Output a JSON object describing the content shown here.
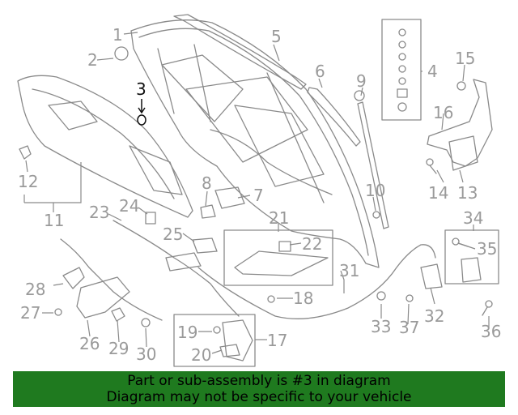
{
  "diagram": {
    "callouts": [
      "1",
      "2",
      "3",
      "4",
      "5",
      "6",
      "7",
      "8",
      "9",
      "10",
      "11",
      "12",
      "13",
      "14",
      "15",
      "16",
      "17",
      "18",
      "19",
      "20",
      "21",
      "22",
      "23",
      "24",
      "25",
      "26",
      "27",
      "28",
      "29",
      "30",
      "31",
      "32",
      "33",
      "34",
      "35",
      "36",
      "37"
    ],
    "highlighted_part": "3",
    "colors": {
      "line": "#8a8a8a",
      "highlight": "#111111",
      "banner_bg": "#1f7a1f"
    }
  },
  "banner": {
    "line1": "Part or sub-assembly is #3 in diagram",
    "line2": "Diagram may not be specific to your vehicle"
  }
}
